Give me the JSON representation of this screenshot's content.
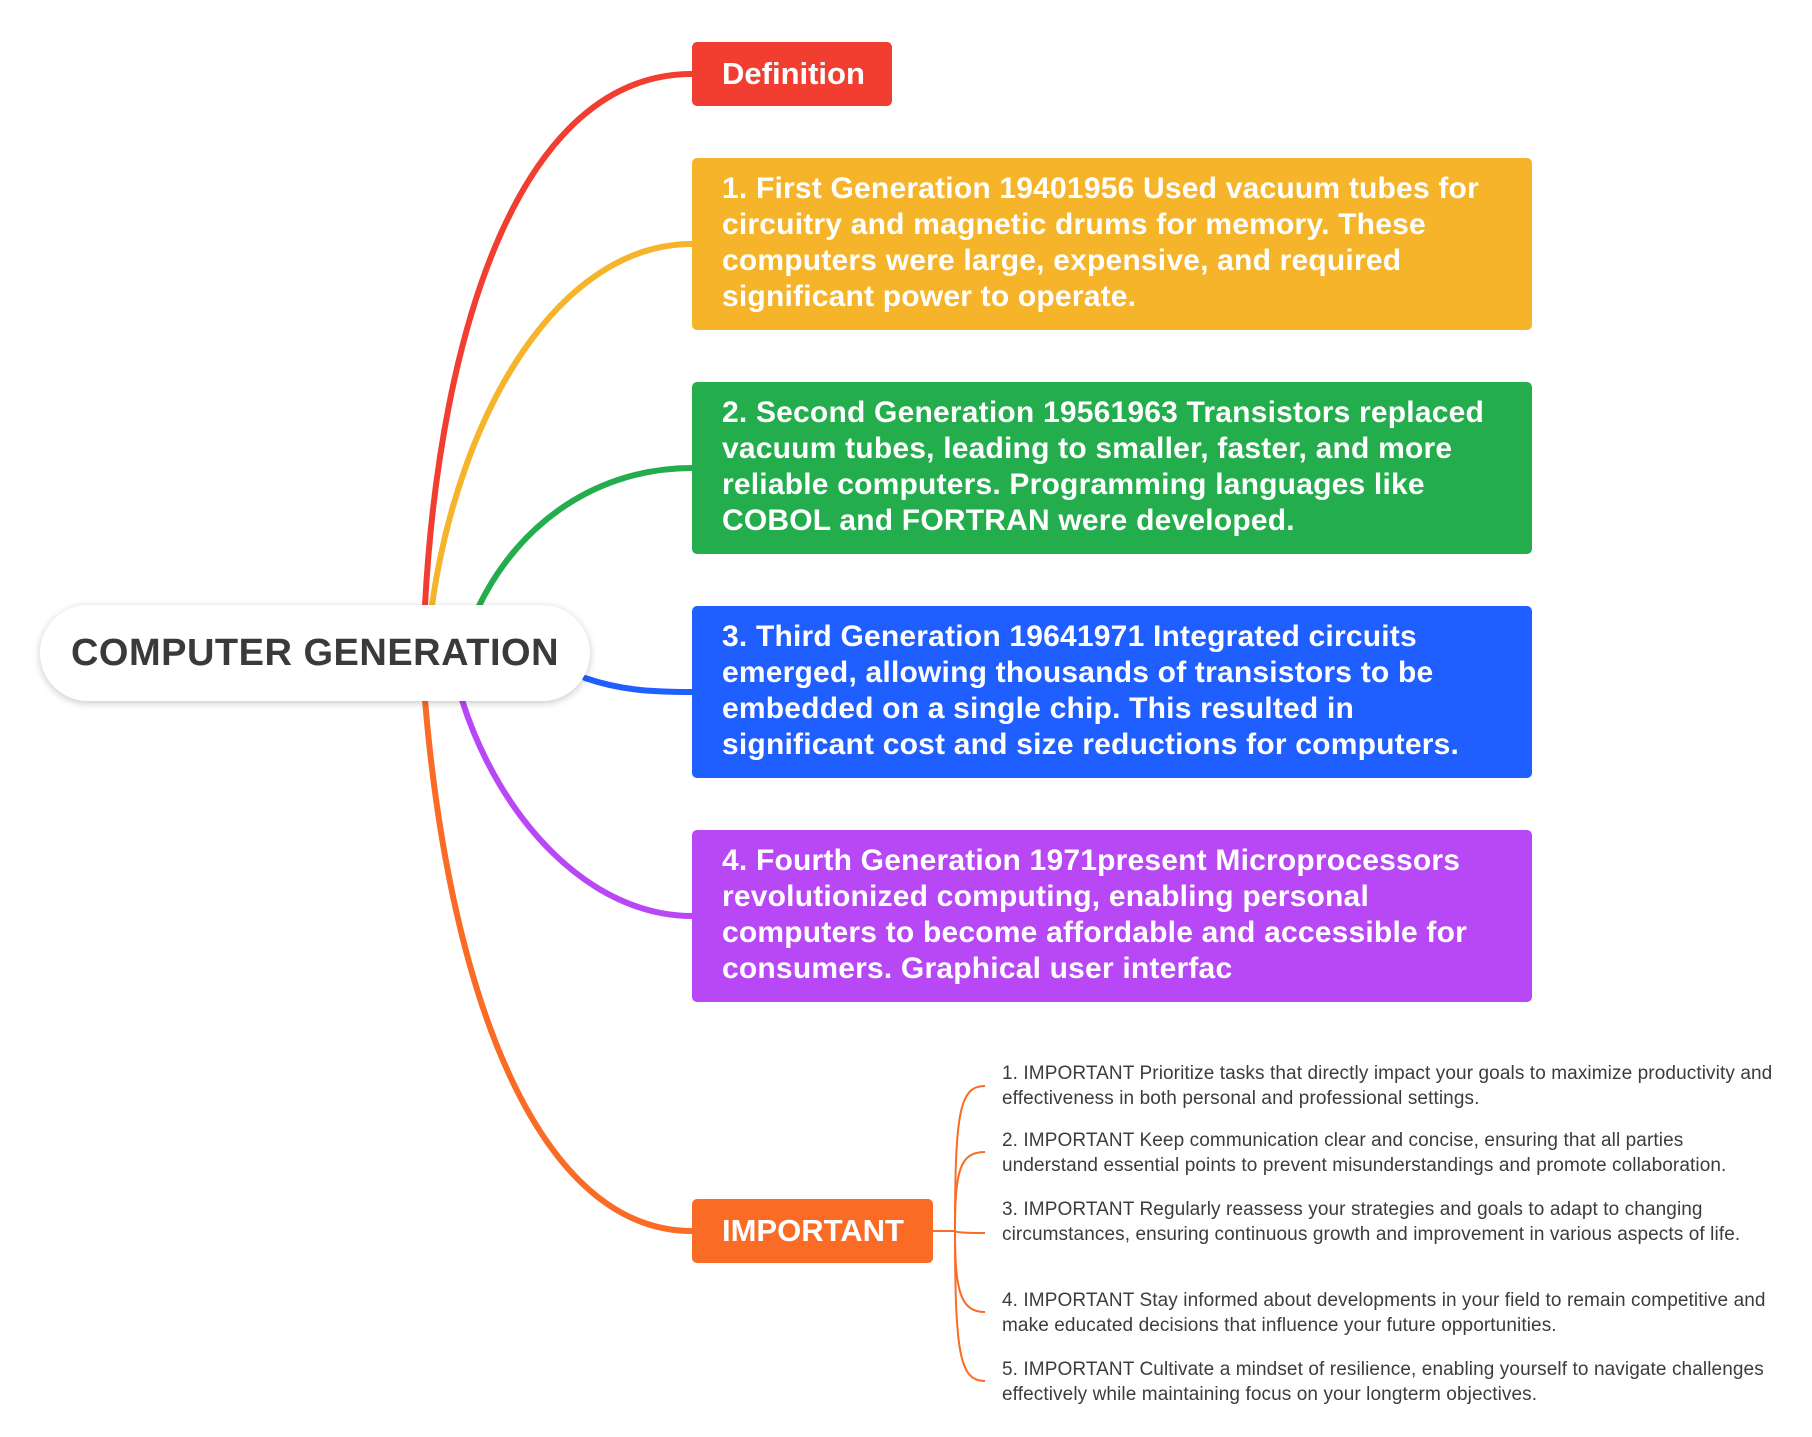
{
  "root": {
    "title": "COMPUTER GENERATION"
  },
  "branches": [
    {
      "label": "Definition",
      "color": "#f23e31"
    },
    {
      "label": "1. First Generation 19401956 Used vacuum tubes for circuitry and magnetic drums for memory. These computers were large, expensive, and required significant power to operate.",
      "color": "#f5b42a"
    },
    {
      "label": "2. Second Generation 19561963 Transistors replaced vacuum tubes, leading to smaller, faster, and more reliable computers. Programming languages like COBOL and FORTRAN were developed.",
      "color": "#24ad4d"
    },
    {
      "label": "3. Third Generation 19641971 Integrated circuits emerged, allowing thousands of transistors to be embedded on a single chip. This resulted in significant cost and size reductions for computers.",
      "color": "#1f5eff"
    },
    {
      "label": "4. Fourth Generation 1971present Microprocessors revolutionized computing, enabling personal computers to become affordable and accessible for consumers. Graphical user interfac",
      "color": "#b847f5"
    },
    {
      "label": "IMPORTANT",
      "color": "#fa6b26"
    }
  ],
  "important_items": [
    "1. IMPORTANT Prioritize tasks that directly impact your goals to maximize productivity and effectiveness in both personal and professional settings.",
    "2. IMPORTANT Keep communication clear and concise, ensuring that all parties understand essential points to prevent misunderstandings and promote collaboration.",
    "3. IMPORTANT Regularly reassess your strategies and goals to adapt to changing circumstances, ensuring continuous growth and improvement in various aspects of life.",
    "4. IMPORTANT Stay informed about developments in your field to remain competitive and make educated decisions that influence your future opportunities.",
    "5. IMPORTANT Cultivate a mindset of resilience, enabling yourself to navigate challenges effectively while maintaining focus on your longterm objectives."
  ]
}
